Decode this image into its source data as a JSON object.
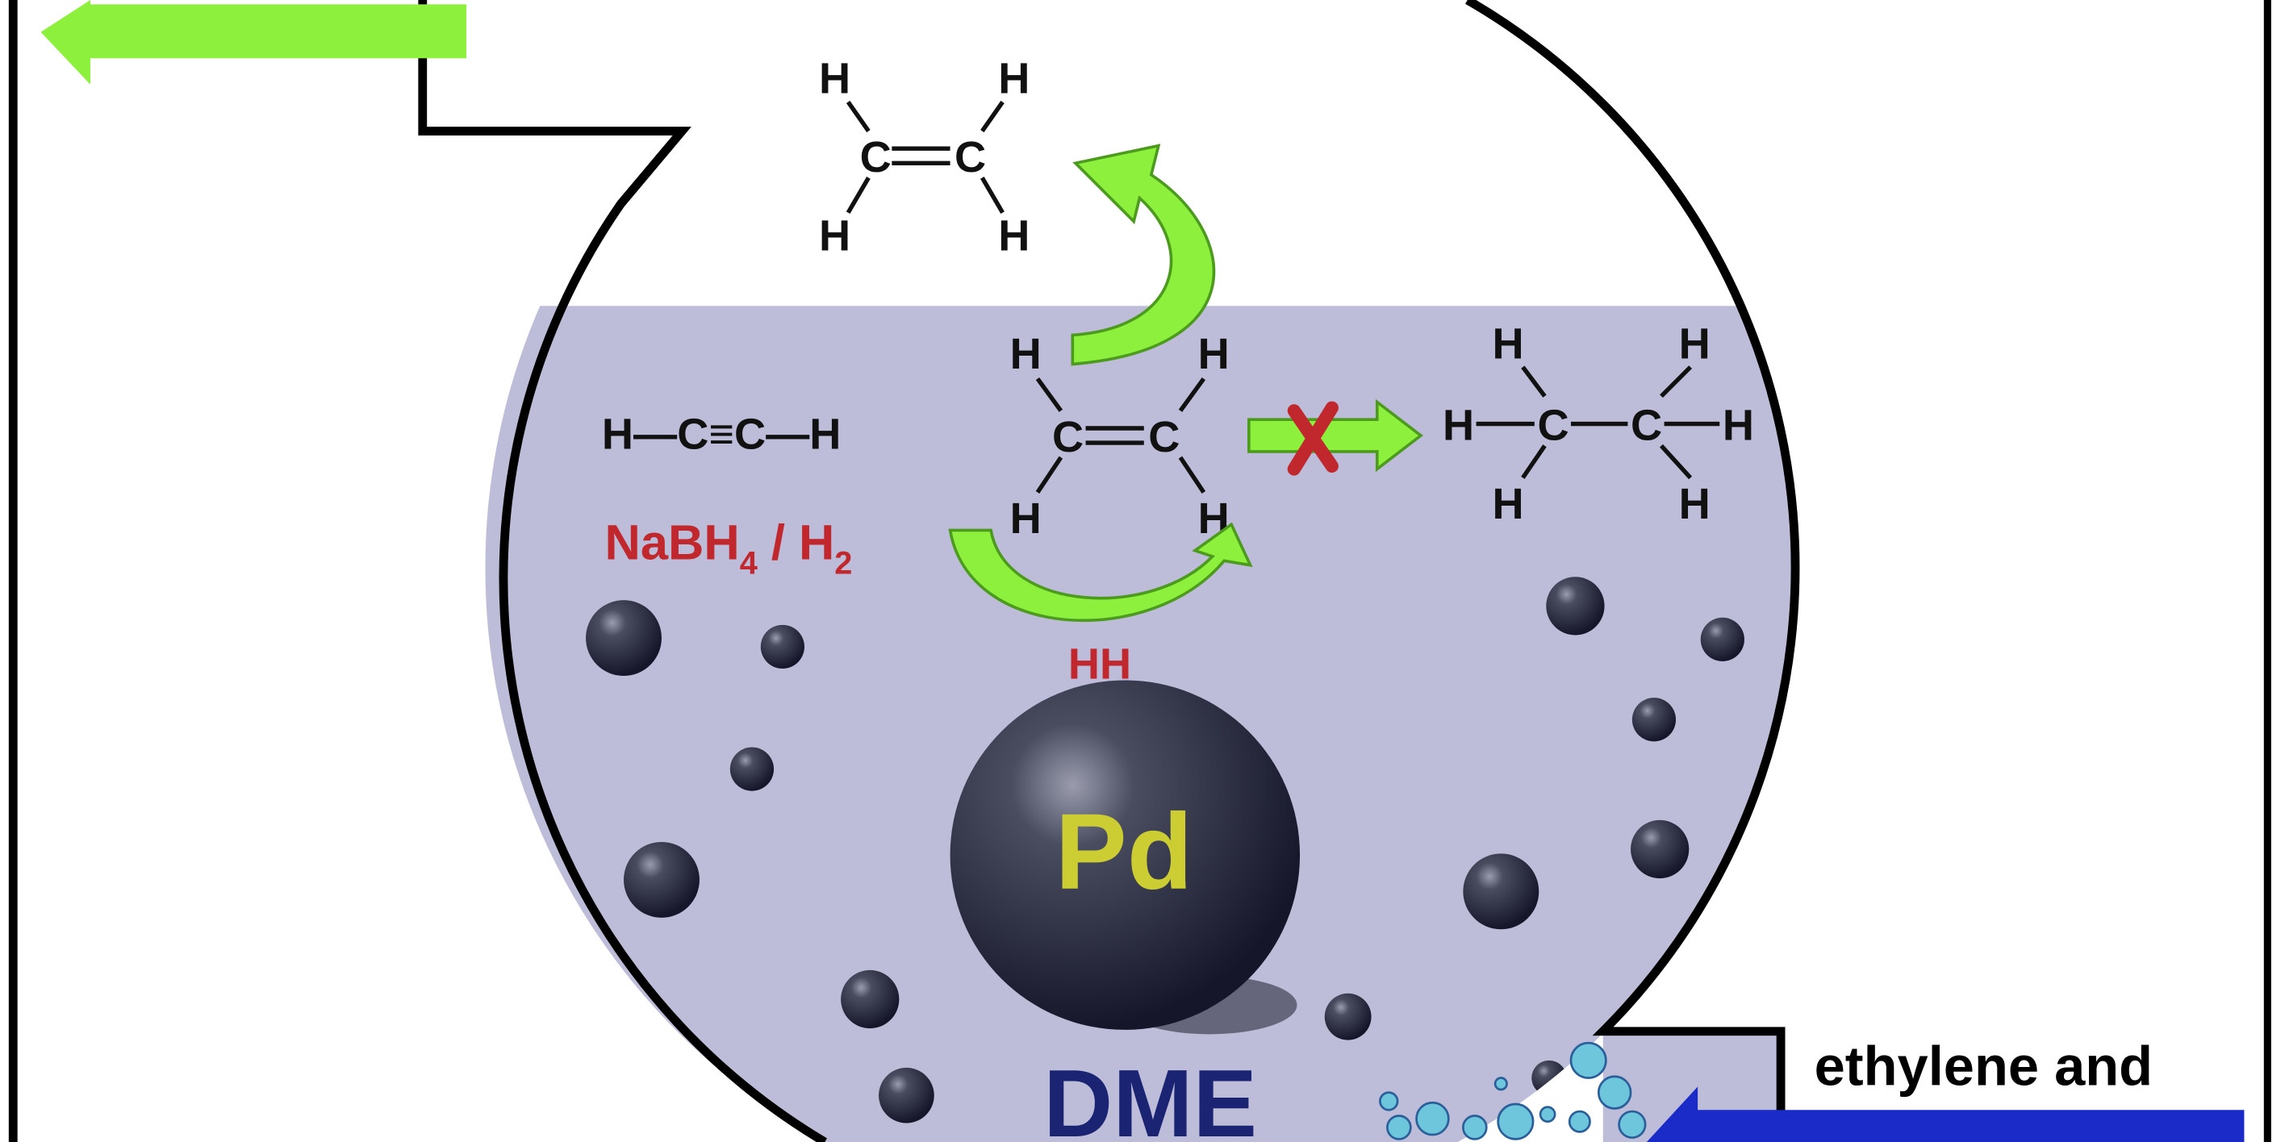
{
  "labels": {
    "ethylene_top": {
      "h1": "H",
      "h2": "H",
      "h3": "H",
      "h4": "H",
      "c1": "C",
      "c2": "C"
    },
    "acetylene": "H—C≡C—H",
    "ethylene_mid": {
      "h1": "H",
      "h2": "H",
      "h3": "H",
      "h4": "H",
      "c1": "C",
      "c2": "C"
    },
    "ethane": {
      "h1": "H",
      "h2": "H",
      "h3": "H",
      "h4": "H",
      "h5": "H",
      "h6": "H",
      "c1": "C",
      "c2": "C"
    },
    "reagent_main": "NaBH",
    "reagent_sub4": "4",
    "reagent_sep": " / H",
    "reagent_sub2": "2",
    "hydrogen_pair": "HH",
    "catalyst": "Pd",
    "solvent": "DME",
    "inlet_label": "ethylene and"
  },
  "colors": {
    "liquid": "#bdbdd9",
    "green_arrow": "#8cf03c",
    "blue_arrow": "#1a2bc8",
    "red_label": "#c0282d",
    "pd_label": "#cccc33",
    "solvent_label": "#1b2473",
    "bubble": "#6ec6dc"
  }
}
